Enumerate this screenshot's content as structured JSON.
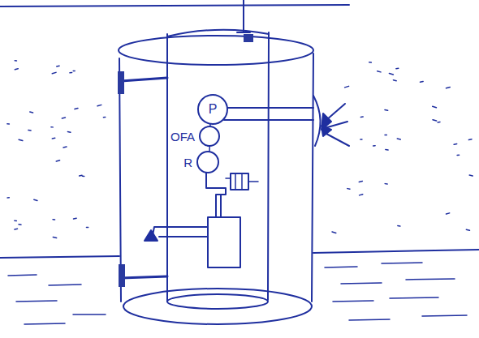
{
  "diagram": {
    "nodes": [
      {
        "text": [
          "P"
        ]
      },
      {
        "text": [
          "OFA"
        ]
      },
      {
        "text": [
          "R"
        ]
      }
    ]
  }
}
